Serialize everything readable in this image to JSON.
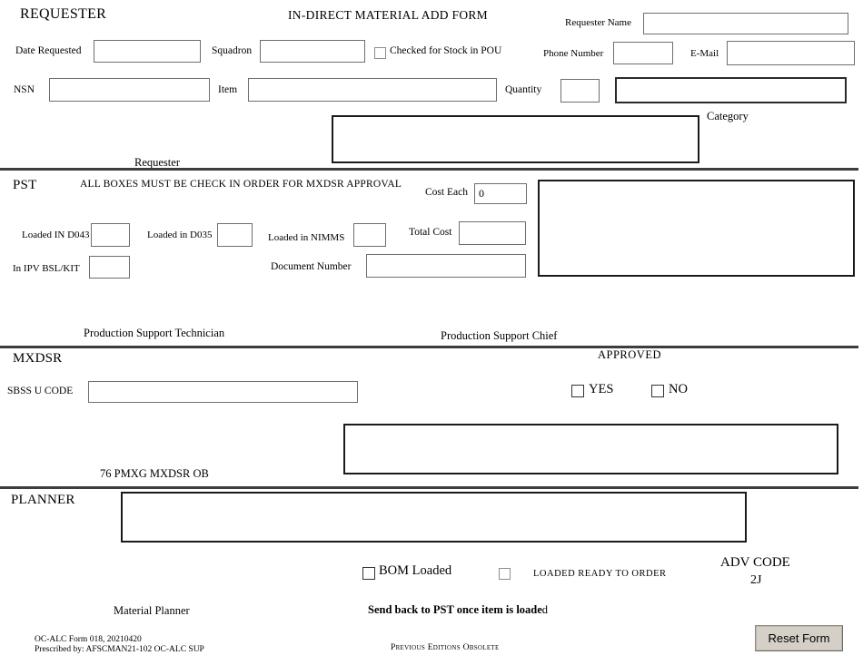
{
  "form": {
    "title": "IN-DIRECT MATERIAL ADD FORM"
  },
  "requester": {
    "heading": "REQUESTER",
    "requester_name_label": "Requester Name",
    "date_requested_label": "Date Requested",
    "squadron_label": "Squadron",
    "checked_stock_label": "Checked for Stock in POU",
    "phone_label": "Phone Number",
    "email_label": "E-Mail",
    "nsn_label": "NSN",
    "item_label": "Item",
    "quantity_label": "Quantity",
    "category_label": "Category",
    "signature_label": "Requester"
  },
  "pst": {
    "heading": "PST",
    "notice": "ALL BOXES MUST BE CHECK IN ORDER FOR MXDSR APPROVAL",
    "cost_each_label": "Cost Each",
    "cost_each_value": "0",
    "loaded_d043_label": "Loaded IN D043",
    "loaded_d035_label": "Loaded in D035",
    "loaded_nimms_label": "Loaded in NIMMS",
    "total_cost_label": "Total Cost",
    "ipv_label": "In IPV BSL/KIT",
    "doc_number_label": "Document Number",
    "tech_label": "Production Support Technician",
    "chief_label": "Production Support Chief"
  },
  "mxdsr": {
    "heading": "MXDSR",
    "sbss_label": "SBSS U CODE",
    "approved_label": "APPROVED",
    "yes_label": "YES",
    "no_label": "NO",
    "ob_label": "76 PMXG MXDSR OB"
  },
  "planner": {
    "heading": "PLANNER",
    "bom_label": "BOM Loaded",
    "ready_label": "LOADED READY TO ORDER",
    "adv_code_label": "ADV CODE",
    "adv_code_value": "2J",
    "material_planner_label": "Material Planner",
    "send_back_bold": "Send back to PST once item is loade",
    "send_back_tail": "d"
  },
  "footer": {
    "form_number": "OC-ALC Form 018, 20210420",
    "prescribed_by": "Prescribed by: AFSCMAN21-102 OC-ALC SUP",
    "obsolete_note": "Previous Editions Obsolete",
    "reset_button": "Reset Form"
  },
  "colors": {
    "button_bg": "#d4d0c8",
    "divider": "#3d3d3d",
    "box_border": "#1a1a1a"
  }
}
